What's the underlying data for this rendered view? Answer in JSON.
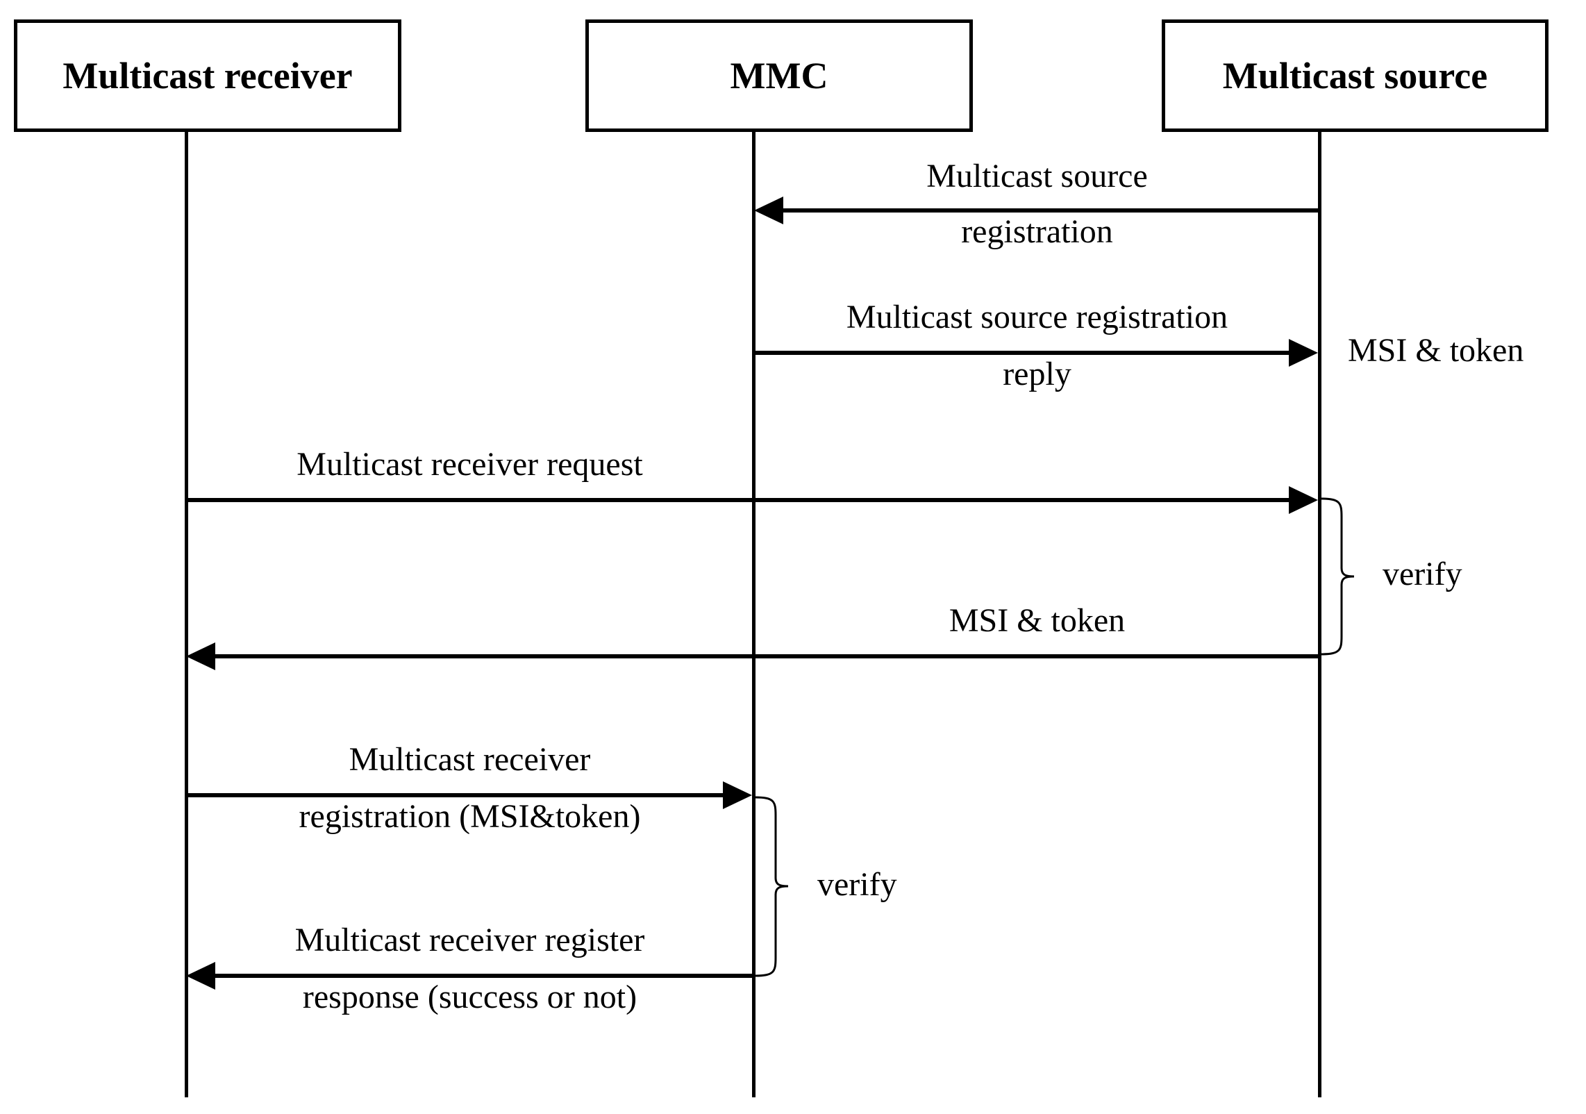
{
  "diagram": {
    "title_kind": "sequence-diagram",
    "background_color": "#ffffff",
    "stroke_color": "#000000"
  },
  "actors": [
    {
      "id": "receiver",
      "label": "Multicast receiver"
    },
    {
      "id": "mmc",
      "label": "MMC"
    },
    {
      "id": "source",
      "label": "Multicast source"
    }
  ],
  "messages": [
    {
      "id": "m1",
      "from": "source",
      "to": "mmc",
      "direction": "left",
      "label_above": "Multicast source",
      "label_below": "registration"
    },
    {
      "id": "m2",
      "from": "mmc",
      "to": "source",
      "direction": "right",
      "label_above": "Multicast source registration",
      "label_below": "reply"
    },
    {
      "id": "m3",
      "from": "receiver",
      "to": "source",
      "direction": "right",
      "label_above": "Multicast receiver request",
      "label_below": ""
    },
    {
      "id": "m4",
      "from": "source",
      "to": "receiver",
      "direction": "left",
      "label_above": "MSI & token",
      "label_below": ""
    },
    {
      "id": "m5",
      "from": "receiver",
      "to": "mmc",
      "direction": "right",
      "label_above": "Multicast receiver",
      "label_below": "registration (MSI&token)"
    },
    {
      "id": "m6",
      "from": "mmc",
      "to": "receiver",
      "direction": "left",
      "label_above": "Multicast receiver register",
      "label_below": "response (success or not)"
    }
  ],
  "annotations": [
    {
      "id": "a1",
      "label": "MSI & token",
      "attached_to": "source"
    },
    {
      "id": "a2",
      "label": "verify",
      "attached_to": "source"
    },
    {
      "id": "a3",
      "label": "verify",
      "attached_to": "mmc"
    }
  ]
}
